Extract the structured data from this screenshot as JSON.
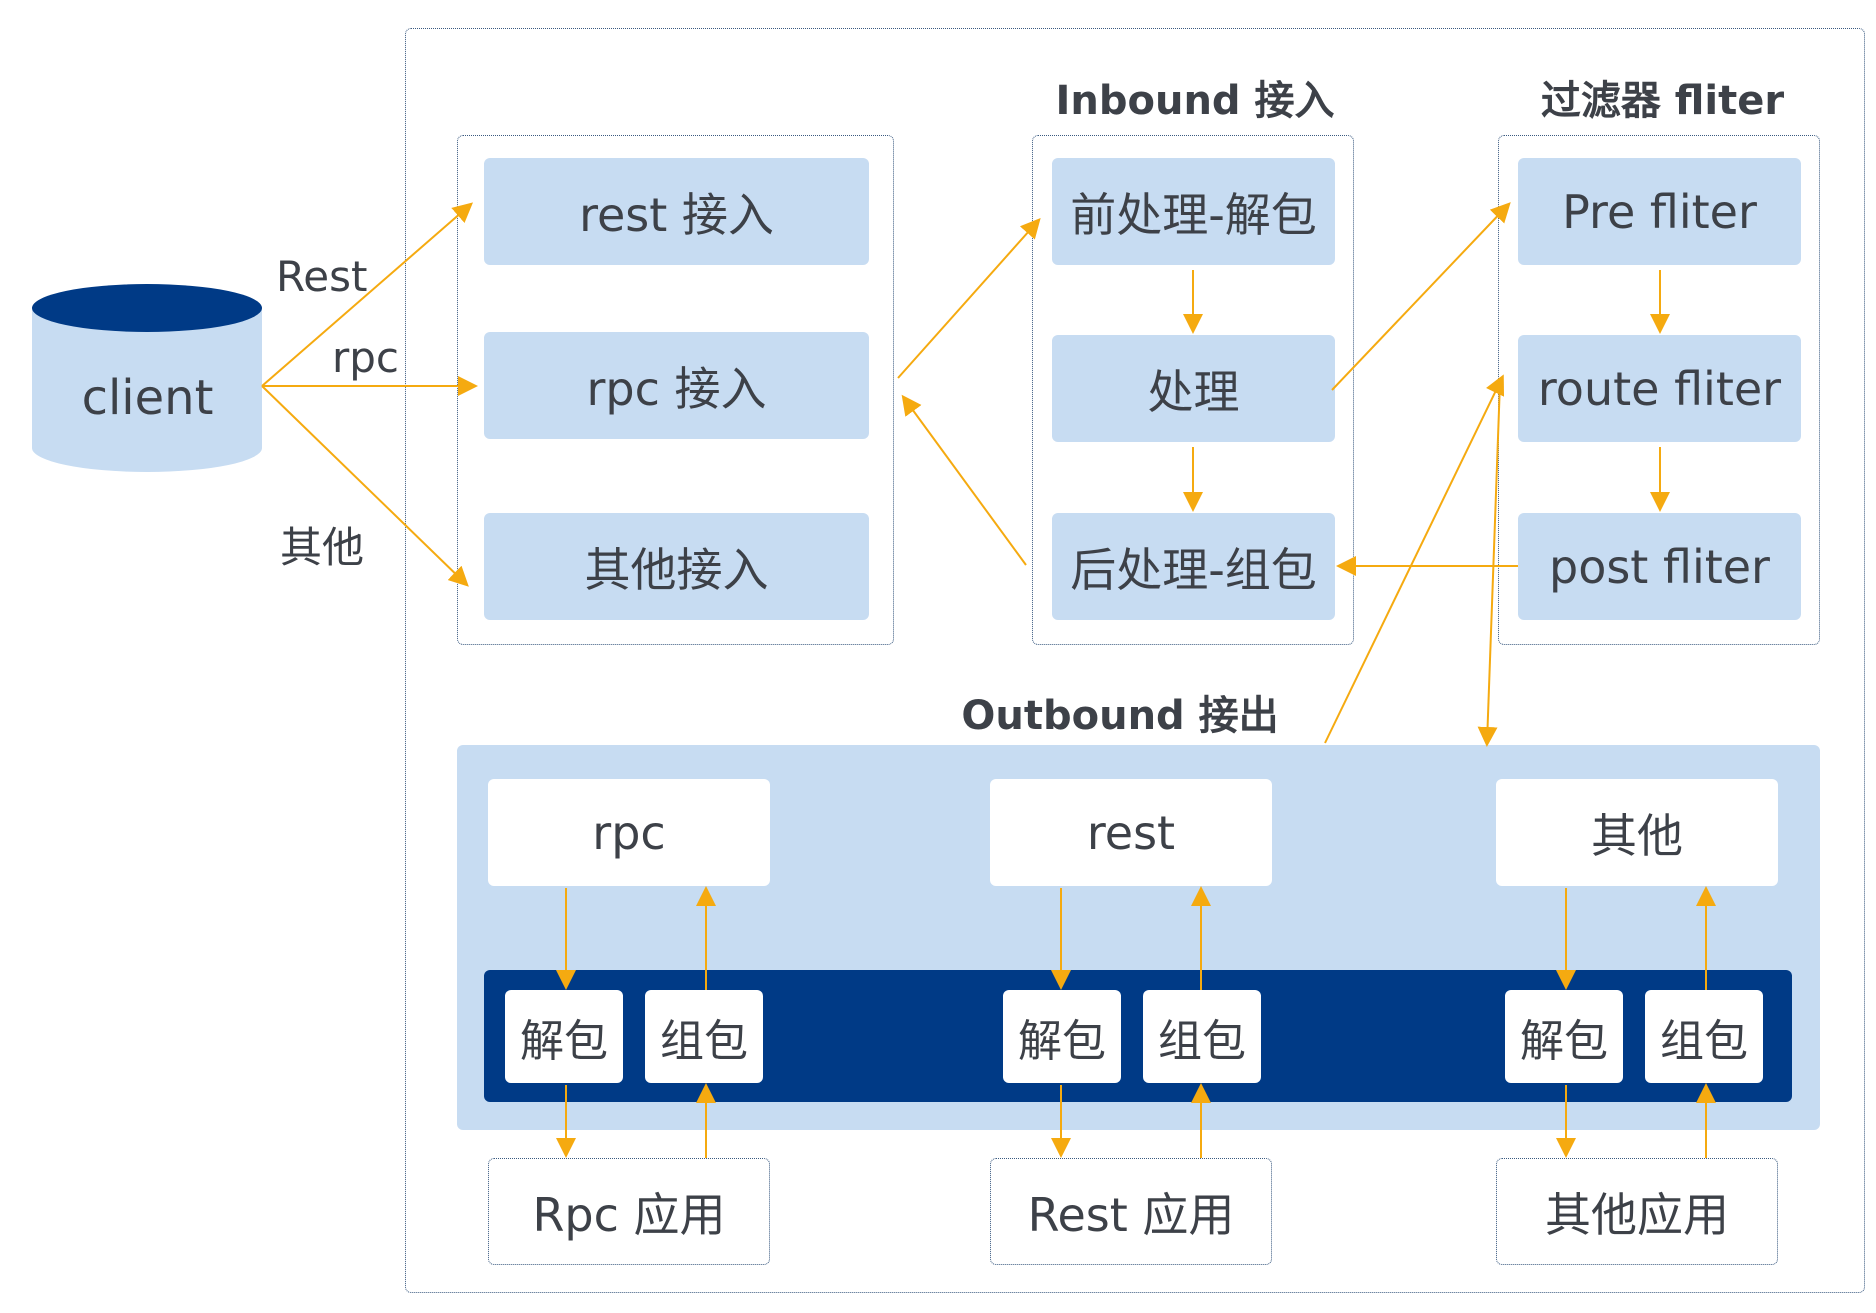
{
  "client": {
    "label": "client",
    "top_color": "#003a86",
    "body_color": "#c7dcf2"
  },
  "client_links": {
    "rest": "Rest",
    "rpc": "rpc",
    "other": "其他"
  },
  "access": {
    "items": [
      "rest 接入",
      "rpc 接入",
      "其他接入"
    ]
  },
  "inbound": {
    "title": "Inbound 接入",
    "items": [
      "前处理-解包",
      "处理",
      "后处理-组包"
    ]
  },
  "filter": {
    "title": "过滤器 fliter",
    "items": [
      "Pre fliter",
      "route fliter",
      "post fliter"
    ]
  },
  "outbound": {
    "title": "Outbound 接出",
    "protocols": [
      "rpc",
      "rest",
      "其他"
    ],
    "unpack_label": "解包",
    "pack_label": "组包",
    "apps": [
      "Rpc 应用",
      "Rest 应用",
      "其他应用"
    ]
  },
  "colors": {
    "arrow": "#f5aa10",
    "light_box": "#c7dcf2",
    "dark_band": "#003a86",
    "border": "#3a5a80",
    "text": "#3d4148"
  }
}
